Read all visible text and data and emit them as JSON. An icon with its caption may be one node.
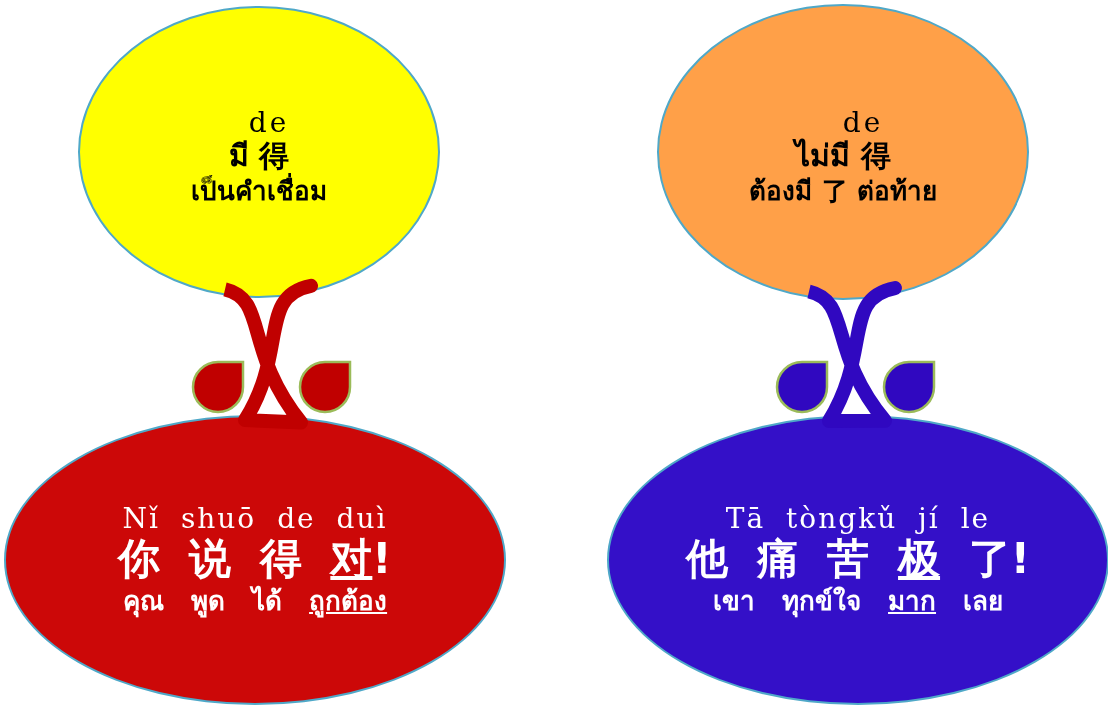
{
  "diagram": {
    "nodes": [
      {
        "text": [
          "de",
          "มี 得",
          "เป็นคำเชื่อม"
        ]
      },
      {
        "text": [
          "de",
          "ไม่มี 得",
          "ต้องมี 了 ต่อท้าย"
        ]
      },
      {
        "text": [
          "Nǐ shuō de duì",
          "你 说 得 对!",
          "คุณ พูด ได้ ถูกต้อง"
        ]
      },
      {
        "text": [
          "Tā tòngkǔ jí le",
          "他 痛 苦 极 了!",
          "เขา ทุกข์ใจ มาก เลย"
        ]
      }
    ],
    "edges": [
      {
        "from": 0,
        "to": 2,
        "arrow": "none",
        "color": "#c00000"
      },
      {
        "from": 1,
        "to": 3,
        "arrow": "none",
        "color": "#3008c0"
      }
    ]
  }
}
